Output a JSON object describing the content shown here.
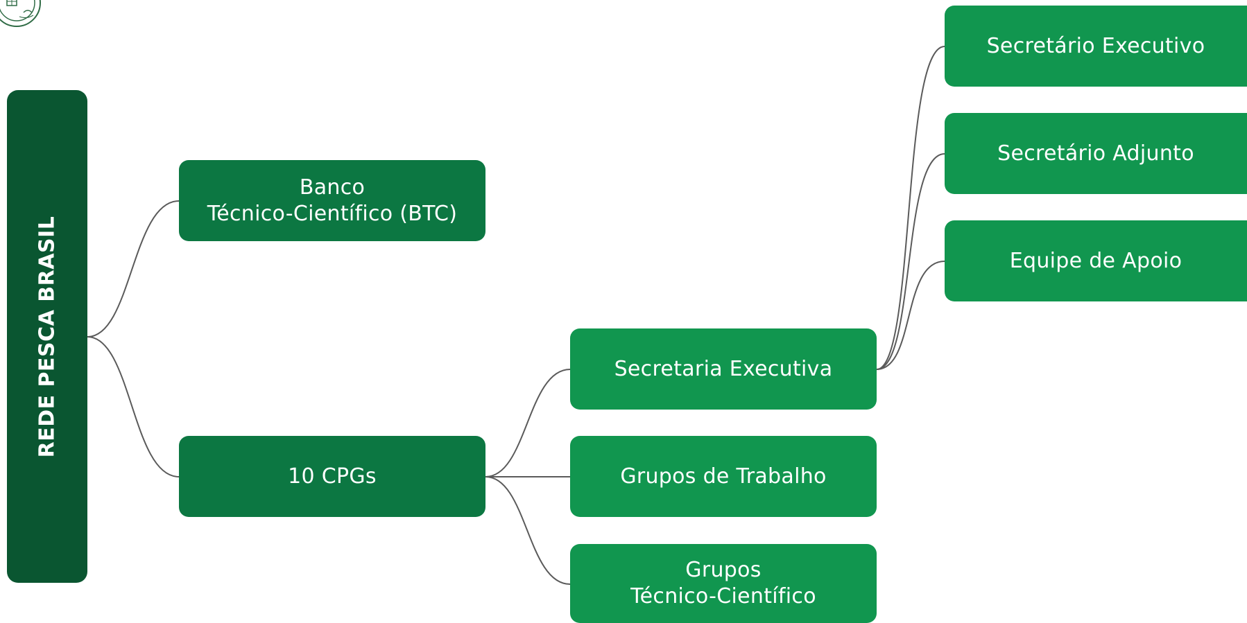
{
  "diagram": {
    "root": {
      "label": "REDE PESCA BRASIL"
    },
    "banco": {
      "line1": "Banco",
      "line2": "Técnico-Científico (BTC)"
    },
    "cpgs": {
      "label": "10 CPGs"
    },
    "secretaria": {
      "label": "Secretaria Executiva"
    },
    "grupos_trabalho": {
      "label": "Grupos de Trabalho"
    },
    "grupos_tc": {
      "line1": "Grupos",
      "line2": "Técnico-Científico"
    },
    "secretario_executivo": {
      "label": "Secretário Executivo"
    },
    "secretario_adjunto": {
      "label": "Secretário Adjunto"
    },
    "equipe_apoio": {
      "label": "Equipe de Apoio"
    }
  },
  "colors": {
    "root": "#0a5631",
    "level1": "#0c7742",
    "level2": "#11964f",
    "connector": "#5a5a5a"
  }
}
